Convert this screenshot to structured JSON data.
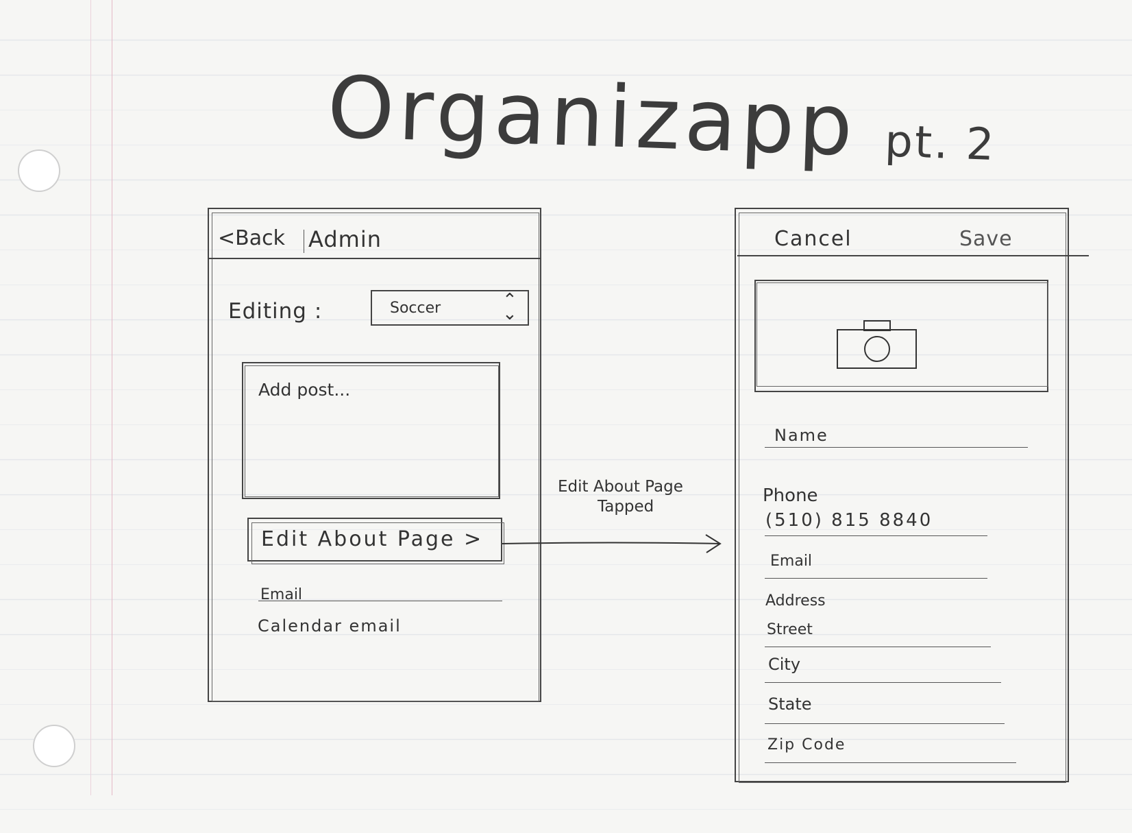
{
  "title": "Organizapp",
  "title_suffix": "pt. 2",
  "screen_admin": {
    "back_label": "<Back",
    "header_title": "Admin",
    "editing_label": "Editing :",
    "select_value": "Soccer",
    "post_placeholder": "Add post...",
    "edit_about_label": "Edit About Page >",
    "email_label": "Email",
    "calendar_email_label": "Calendar email"
  },
  "transition": {
    "label_line1": "Edit About Page",
    "label_line2": "Tapped"
  },
  "screen_about": {
    "cancel_label": "Cancel",
    "save_label": "Save",
    "name_label": "Name",
    "phone_label": "Phone",
    "phone_value": "(510) 815 8840",
    "email_label": "Email",
    "address_label": "Address",
    "street_label": "Street",
    "city_label": "City",
    "state_label": "State",
    "zip_label": "Zip Code"
  }
}
